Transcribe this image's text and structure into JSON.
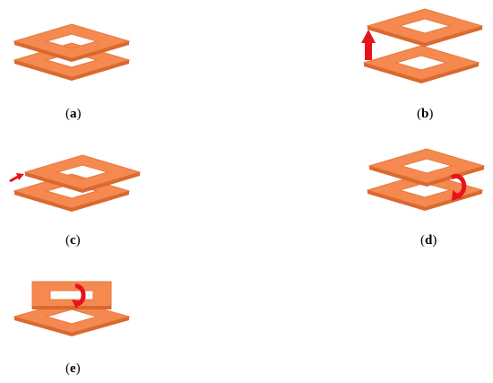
{
  "figure": {
    "colors": {
      "top": "#F5894F",
      "side": "#D9692F",
      "edge": "#E37A42",
      "arrow": "#E8121C"
    },
    "panels": [
      {
        "id": "a",
        "label_open": "(",
        "label_letter": "a",
        "label_close": ")",
        "state": "two frames stacked, aligned",
        "arrow": "none"
      },
      {
        "id": "b",
        "label_open": "(",
        "label_letter": "b",
        "label_close": ")",
        "state": "upper frame lifted and shifted",
        "arrow": "up"
      },
      {
        "id": "c",
        "label_open": "(",
        "label_letter": "c",
        "label_close": ")",
        "state": "upper frame shifted sideways",
        "arrow": "right"
      },
      {
        "id": "d",
        "label_open": "(",
        "label_letter": "d",
        "label_close": ")",
        "state": "upper frame rotated",
        "arrow": "rotate"
      },
      {
        "id": "e",
        "label_open": "(",
        "label_letter": "e",
        "label_close": ")",
        "state": "upper frame tilted vertical",
        "arrow": "rotate"
      }
    ]
  }
}
